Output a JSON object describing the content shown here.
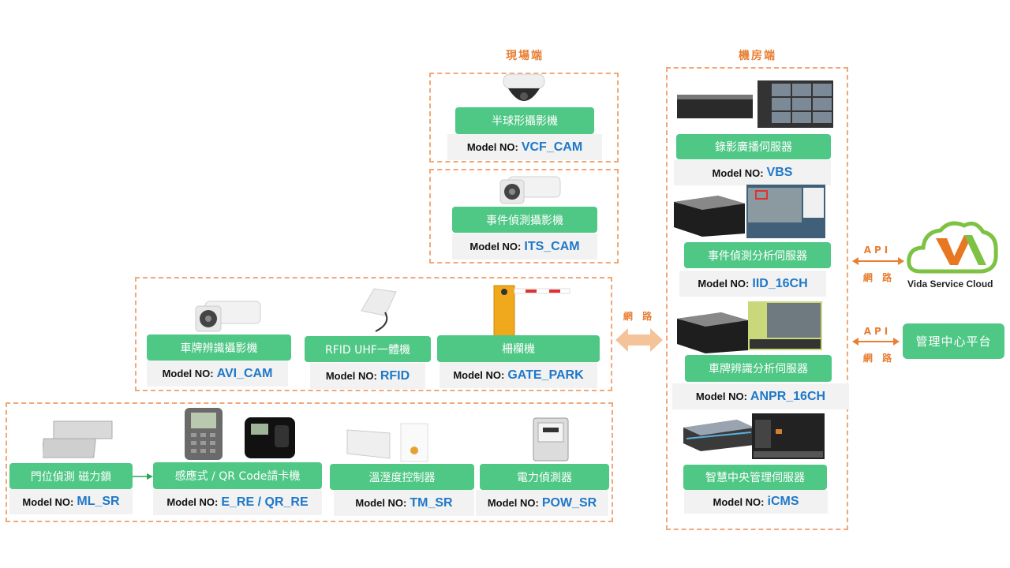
{
  "sections": {
    "field": "現場端",
    "server_room": "機房端"
  },
  "model_key": "Model NO:",
  "field_devices": {
    "dome_cam": {
      "label": "半球形攝影機",
      "model": "VCF_CAM"
    },
    "event_cam": {
      "label": "事件偵測攝影機",
      "model": "ITS_CAM"
    },
    "plate_cam": {
      "label": "車牌辨識攝影機",
      "model": "AVI_CAM"
    },
    "rfid": {
      "label": "RFID UHF一體機",
      "model": "RFID"
    },
    "gate": {
      "label": "柵欄機",
      "model": "GATE_PARK"
    },
    "door_lock": {
      "label": "門位偵測 磁力鎖",
      "model": "ML_SR"
    },
    "card_reader": {
      "label": "感應式 / QR Code請卡機",
      "model": "E_RE / QR_RE"
    },
    "temp_ctrl": {
      "label": "溫溼度控制器",
      "model": "TM_SR"
    },
    "power_sensor": {
      "label": "電力偵測器",
      "model": "POW_SR"
    }
  },
  "servers": {
    "vbs": {
      "label": "錄影廣播伺服器",
      "model": "VBS"
    },
    "iid": {
      "label": "事件偵測分析伺服器",
      "model": "IID_16CH"
    },
    "anpr": {
      "label": "車牌辨識分析伺服器",
      "model": "ANPR_16CH"
    },
    "icms": {
      "label": "智慧中央管理伺服器",
      "model": "iCMS"
    }
  },
  "links": {
    "network": "網 路",
    "api": "API"
  },
  "cloud": {
    "name": "Vida Service Cloud"
  },
  "platform": {
    "label": "管理中心平台"
  },
  "colors": {
    "accent_orange": "#e87f33",
    "dash_orange": "#f1a777",
    "label_green": "#4fc785",
    "model_blue": "#1f78c8"
  }
}
